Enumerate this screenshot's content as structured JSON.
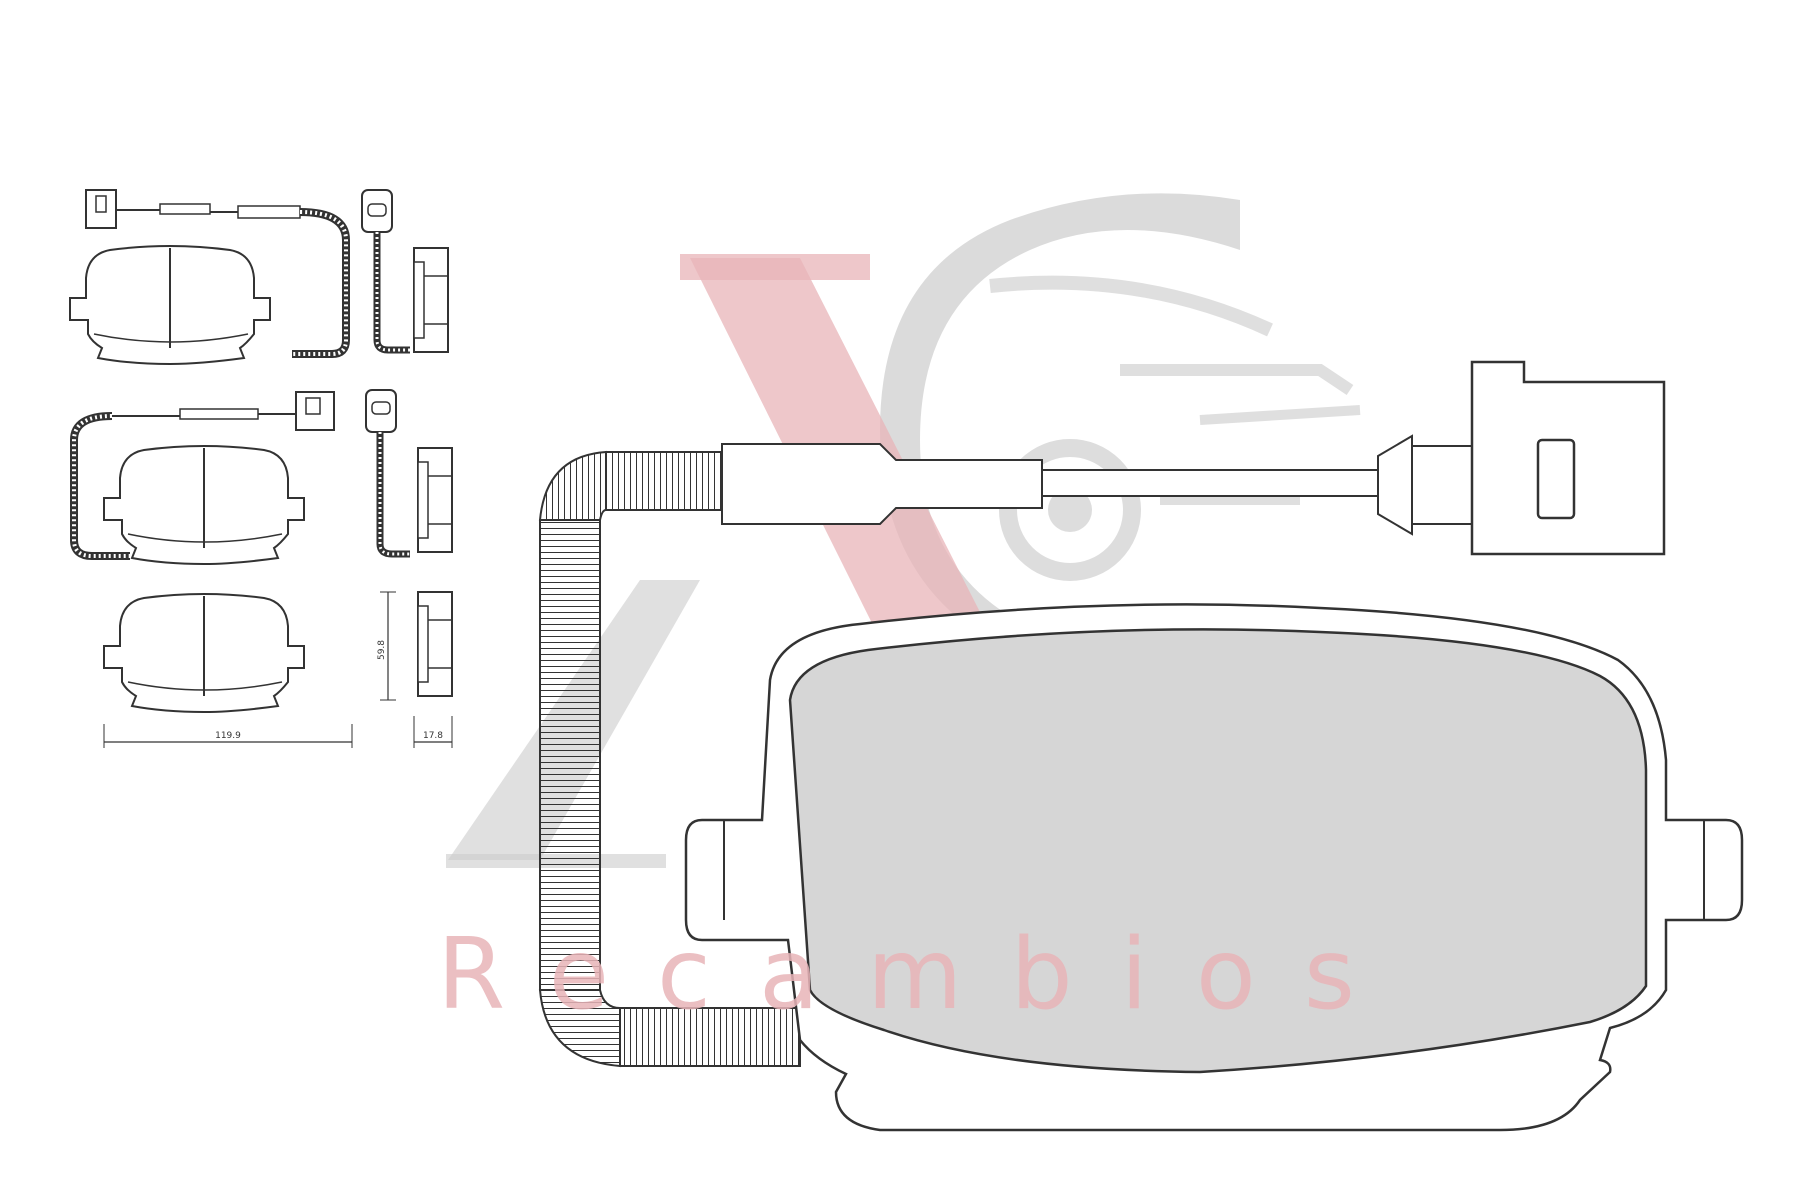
{
  "watermark": {
    "brand_word": "Recambios",
    "color_red": "#e8b4b8",
    "color_gray": "#c8c8c8"
  },
  "dimensions": {
    "width": "119.9",
    "height": "59.8",
    "thickness": "17.8"
  },
  "colors": {
    "line": "#333333",
    "pad_fill": "#d6d6d6"
  }
}
